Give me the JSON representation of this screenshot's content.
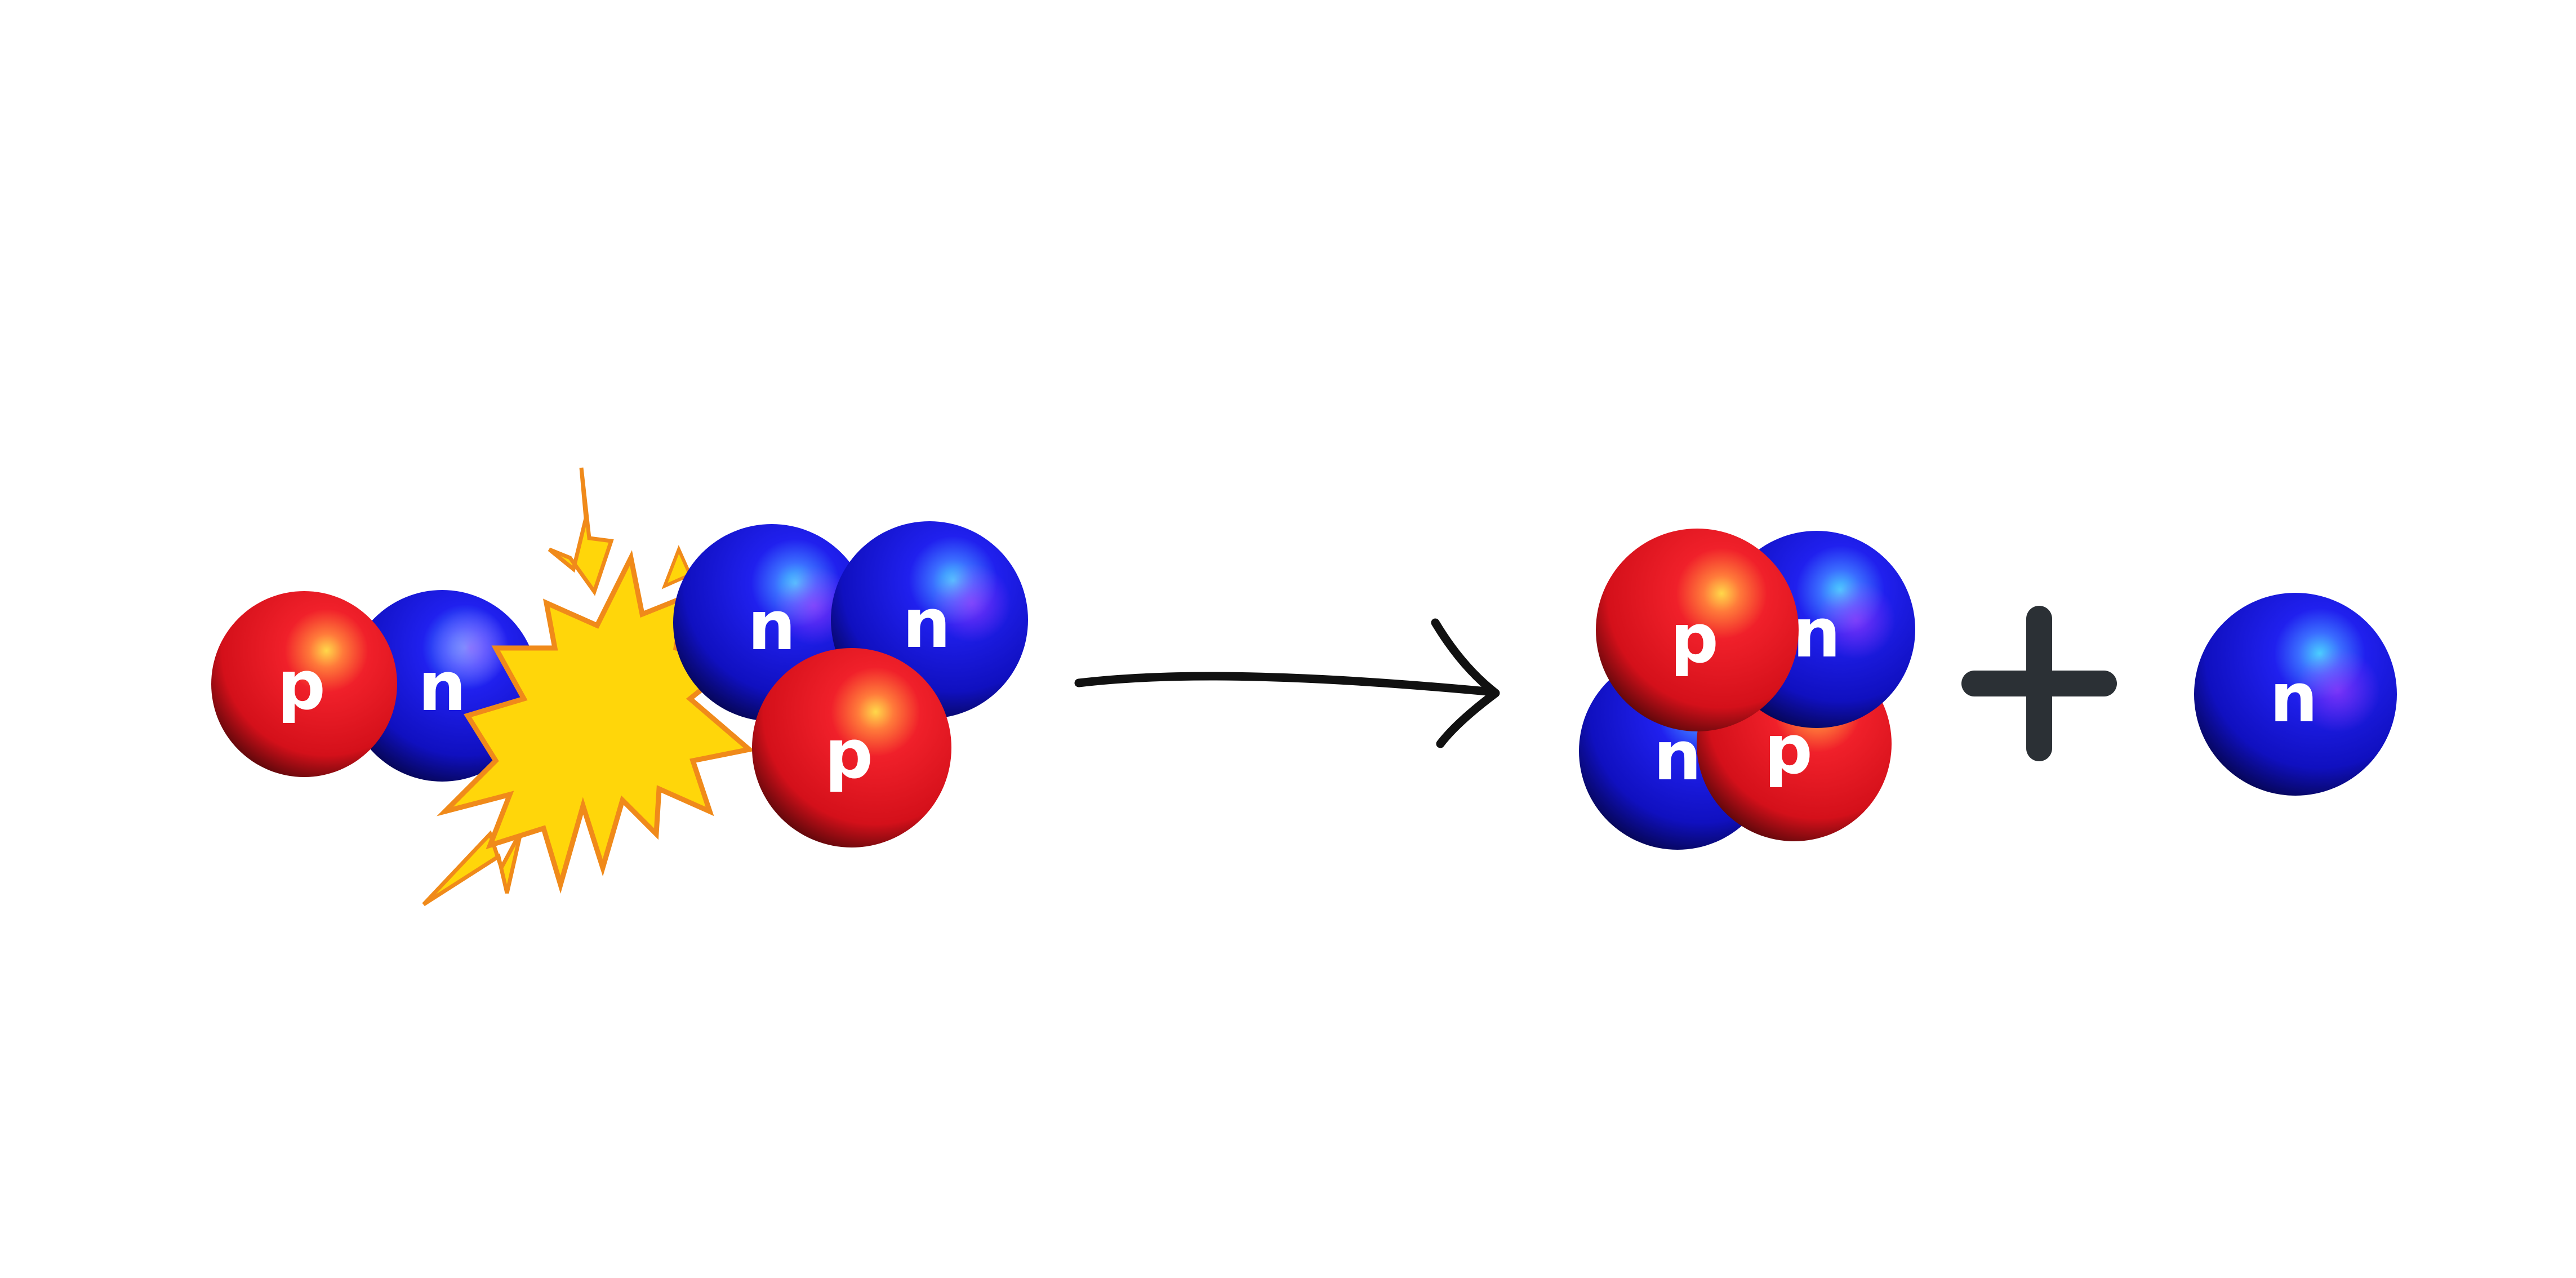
{
  "colors": {
    "background": "#ffffff",
    "proton": "#e8101a",
    "neutron": "#1414c8",
    "explosion_fill": "#ffd60a",
    "explosion_stroke": "#f08a1a",
    "arrow": "#111111",
    "plus": "#2b3035"
  },
  "labels": {
    "proton": "p",
    "neutron": "n"
  },
  "icons": {
    "collision": "explosion-burst-icon",
    "arrow": "right-arrow-icon",
    "plus": "plus-icon"
  },
  "reactants": {
    "deuteron": [
      "p",
      "n"
    ],
    "triton": [
      "n",
      "n",
      "p"
    ]
  },
  "products": {
    "helium_nucleus": [
      "n",
      "n",
      "p",
      "p"
    ],
    "free_neutron": [
      "n"
    ]
  }
}
